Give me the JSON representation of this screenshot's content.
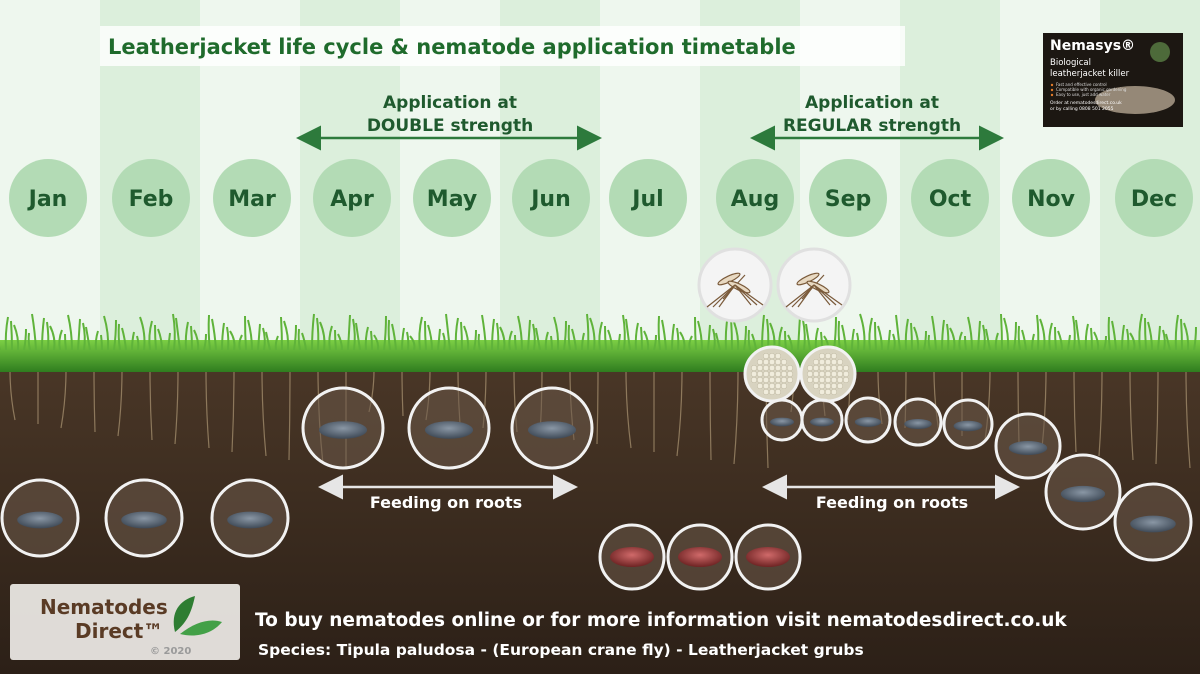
{
  "title": "Leatherjacket life cycle & nematode application timetable",
  "application_double": {
    "line1": "Application at",
    "strong": "DOUBLE",
    "rest": " strength"
  },
  "application_regular": {
    "line1": "Application at",
    "strong": "REGULAR",
    "rest": " strength"
  },
  "months": [
    "Jan",
    "Feb",
    "Mar",
    "Apr",
    "May",
    "Jun",
    "Jul",
    "Aug",
    "Sep",
    "Oct",
    "Nov",
    "Dec"
  ],
  "feeding_label_1": "Feeding on roots",
  "feeding_label_2": "Feeding on roots",
  "product_box": {
    "brand": "Nemasys®",
    "desc_line1": "Biological",
    "desc_line2": "leatherjacket killer",
    "bullets": [
      "Fast and effective control",
      "Compatible with organic gardening",
      "Easy to use, just add water"
    ],
    "order_line1": "Order at nematodesdirect.co.uk",
    "order_line2": "or by calling 0808 501 2055"
  },
  "logo": {
    "line1": "Nematodes",
    "line2": "Direct™",
    "copyright": "© 2020"
  },
  "footer": {
    "line1": "To buy nematodes online or for more information visit nematodesdirect.co.uk",
    "line2": "Species: Tipula paludosa - (European crane fly) - Leatherjacket grubs"
  },
  "colors": {
    "dark_green": "#1f5a2e",
    "month_circle": "#a9d6ac",
    "arrow_green": "#2d7a3c",
    "soil": "#3a2a1e",
    "pupa": "#9a3a3a",
    "grub": "#5d6a78"
  }
}
